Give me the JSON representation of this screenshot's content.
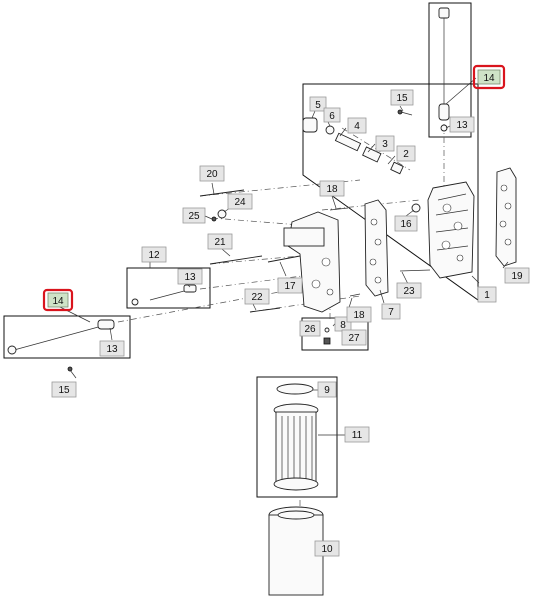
{
  "diagram": {
    "callouts": [
      {
        "id": "c1",
        "label": "1"
      },
      {
        "id": "c2",
        "label": "2"
      },
      {
        "id": "c3",
        "label": "3"
      },
      {
        "id": "c4",
        "label": "4"
      },
      {
        "id": "c5",
        "label": "5"
      },
      {
        "id": "c6",
        "label": "6"
      },
      {
        "id": "c7",
        "label": "7"
      },
      {
        "id": "c8",
        "label": "8"
      },
      {
        "id": "c9",
        "label": "9"
      },
      {
        "id": "c10",
        "label": "10"
      },
      {
        "id": "c11",
        "label": "11"
      },
      {
        "id": "c12",
        "label": "12"
      },
      {
        "id": "c13a",
        "label": "13"
      },
      {
        "id": "c13b",
        "label": "13"
      },
      {
        "id": "c13c",
        "label": "13"
      },
      {
        "id": "c14a",
        "label": "14"
      },
      {
        "id": "c14b",
        "label": "14"
      },
      {
        "id": "c15a",
        "label": "15"
      },
      {
        "id": "c15b",
        "label": "15"
      },
      {
        "id": "c16",
        "label": "16"
      },
      {
        "id": "c17",
        "label": "17"
      },
      {
        "id": "c18a",
        "label": "18"
      },
      {
        "id": "c18b",
        "label": "18"
      },
      {
        "id": "c19",
        "label": "19"
      },
      {
        "id": "c20",
        "label": "20"
      },
      {
        "id": "c21",
        "label": "21"
      },
      {
        "id": "c22",
        "label": "22"
      },
      {
        "id": "c23",
        "label": "23"
      },
      {
        "id": "c24",
        "label": "24"
      },
      {
        "id": "c25",
        "label": "25"
      },
      {
        "id": "c26",
        "label": "26"
      },
      {
        "id": "c27",
        "label": "27"
      }
    ],
    "highlighted_parts": [
      "14"
    ],
    "colors": {
      "highlight_ring": "#d9141d",
      "highlight_fill": "#cfe3c7",
      "callout_fill": "#e6e6e6"
    }
  }
}
